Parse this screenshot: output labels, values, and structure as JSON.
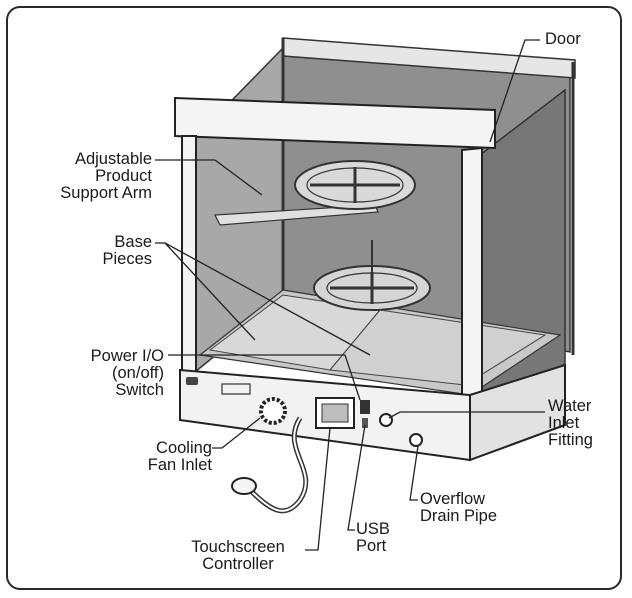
{
  "callouts": {
    "door": "Door",
    "support_arm": [
      "Adjustable",
      "Product",
      "Support Arm"
    ],
    "base_pieces": [
      "Base",
      "Pieces"
    ],
    "power_switch": [
      "Power I/O",
      "(on/off)",
      "Switch"
    ],
    "cooling_fan": [
      "Cooling",
      "Fan Inlet"
    ],
    "touchscreen": [
      "Touchscreen",
      "Controller"
    ],
    "usb_port": [
      "USB",
      "Port"
    ],
    "overflow_drain": [
      "Overflow",
      "Drain Pipe"
    ],
    "water_inlet": [
      "Water",
      "Inlet",
      "Fitting"
    ]
  }
}
